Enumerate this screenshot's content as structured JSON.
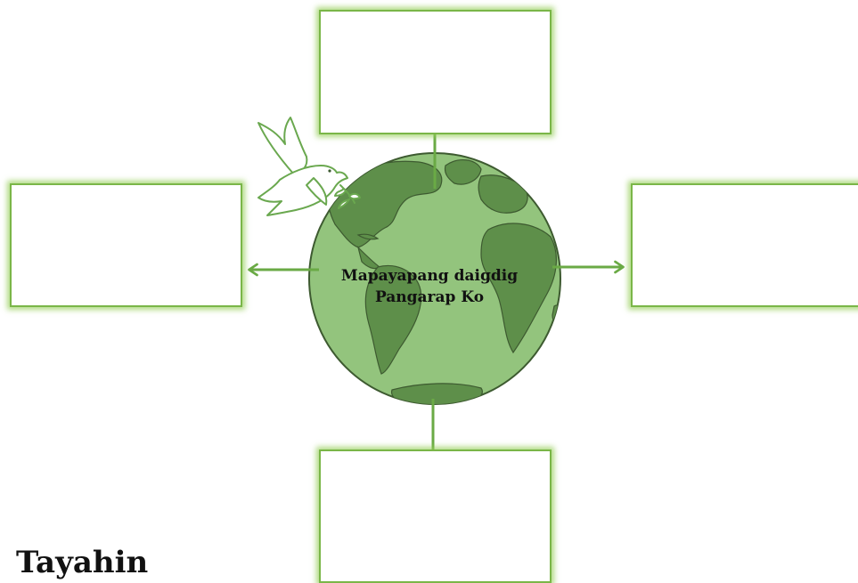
{
  "center": {
    "line1": "Mapayapang daigdig",
    "line2": "Pangarap Ko"
  },
  "boxes": {
    "top": "",
    "left": "",
    "right": "",
    "bottom": ""
  },
  "footer": {
    "title": "Tayahin"
  },
  "icons": [
    "dove-icon",
    "globe-icon"
  ],
  "colors": {
    "arrow": "#6aaa45",
    "box_border": "#7ab648",
    "globe_ocean": "#93c47d",
    "globe_land": "#5e8f4a",
    "globe_outline": "#3d5a30"
  }
}
